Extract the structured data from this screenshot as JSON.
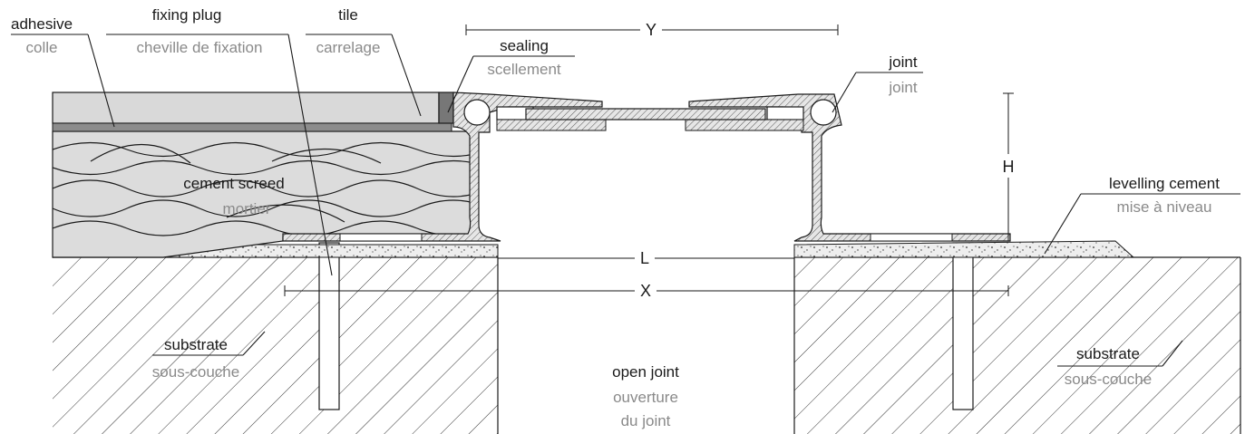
{
  "labels": {
    "adhesive": {
      "en": "adhesive",
      "fr": "colle"
    },
    "fixing_plug": {
      "en": "fixing plug",
      "fr": "cheville de fixation"
    },
    "tile": {
      "en": "tile",
      "fr": "carrelage"
    },
    "sealing": {
      "en": "sealing",
      "fr": "scellement"
    },
    "joint": {
      "en": "joint",
      "fr": "joint"
    },
    "cement_screed": {
      "en": "cement screed",
      "fr": "mortier"
    },
    "levelling_cement": {
      "en": "levelling cement",
      "fr": "mise à niveau"
    },
    "substrate_left": {
      "en": "substrate",
      "fr": "sous-couche"
    },
    "substrate_right": {
      "en": "substrate",
      "fr": "sous-couche"
    },
    "open_joint": {
      "en": "open joint",
      "fr_line1": "ouverture",
      "fr_line2": "du joint"
    }
  },
  "dimensions": {
    "y": "Y",
    "h": "H",
    "l": "L",
    "x": "X"
  },
  "colors": {
    "tile": "#d9d9d9",
    "adhesive": "#8c8c8c",
    "screed": "#dcdcdc",
    "levelling": "#eeeeee",
    "line": "#1a1a1a",
    "french_text": "#8a8a8a"
  }
}
